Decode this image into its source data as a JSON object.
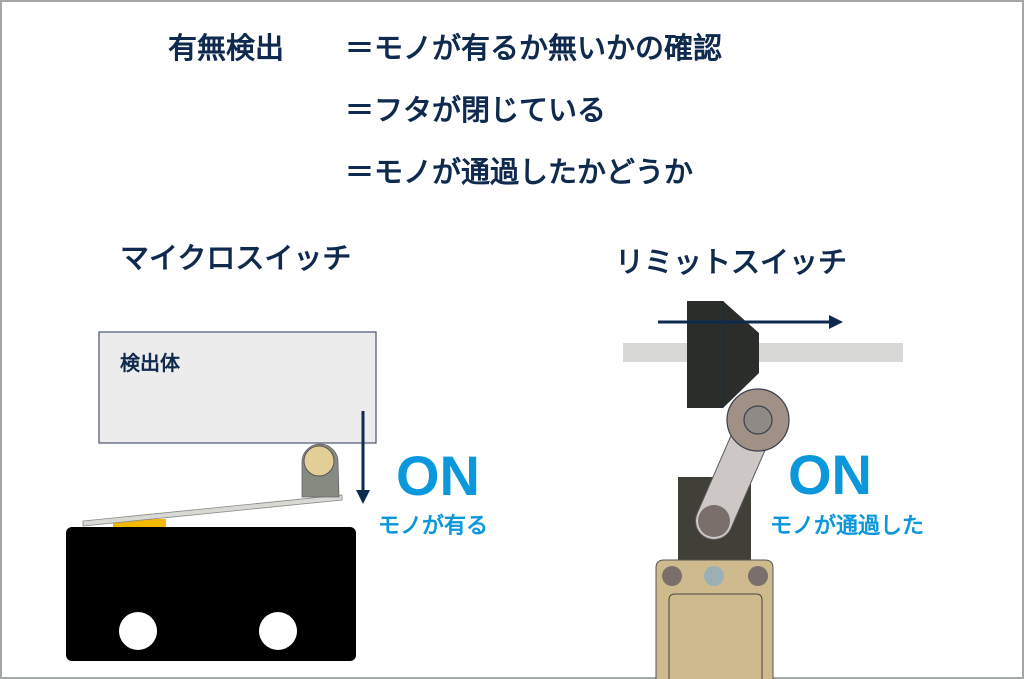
{
  "heading": {
    "term": "有無検出",
    "lines": [
      "＝モノが有るか無いかの確認",
      "＝フタが閉じている",
      "＝モノが通過したかどうか"
    ]
  },
  "micro_switch": {
    "title": "マイクロスイッチ",
    "object_label": "検出体",
    "state": "ON",
    "state_desc": "モノが有る"
  },
  "limit_switch": {
    "title": "リミットスイッチ",
    "state": "ON",
    "state_desc": "モノが通過した"
  },
  "colors": {
    "navy": "#0f2a4e",
    "accent": "#0a97db"
  }
}
